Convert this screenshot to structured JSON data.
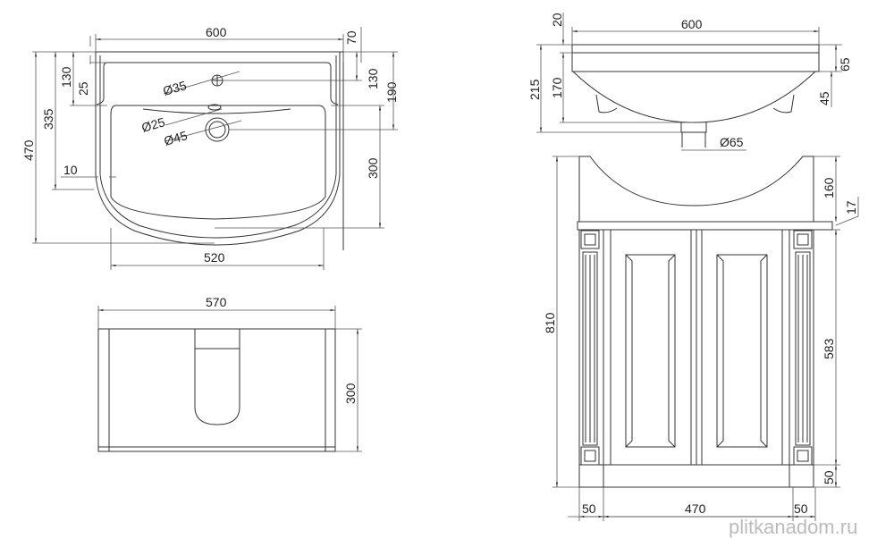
{
  "top_view": {
    "width_600": "600",
    "bowl_520": "520",
    "depth_470": "470",
    "d335": "335",
    "d130_left": "130",
    "d25": "25",
    "d10": "10",
    "d70": "70",
    "d130_right": "130",
    "d190": "190",
    "d300": "300",
    "hole_35": "Ø35",
    "hole_25": "Ø25",
    "hole_45": "Ø45"
  },
  "cabinet_top": {
    "width_570": "570",
    "depth_300": "300"
  },
  "side_view": {
    "width_600": "600",
    "d20": "20",
    "d215": "215",
    "d170": "170",
    "d65": "65",
    "d45": "45",
    "drain_65": "Ø65"
  },
  "cabinet_front": {
    "h810": "810",
    "h160": "160",
    "d17": "17",
    "h583": "583",
    "h50": "50",
    "w50_left": "50",
    "w470": "470",
    "w50_right": "50"
  },
  "watermark": "plitkanadom.ru"
}
